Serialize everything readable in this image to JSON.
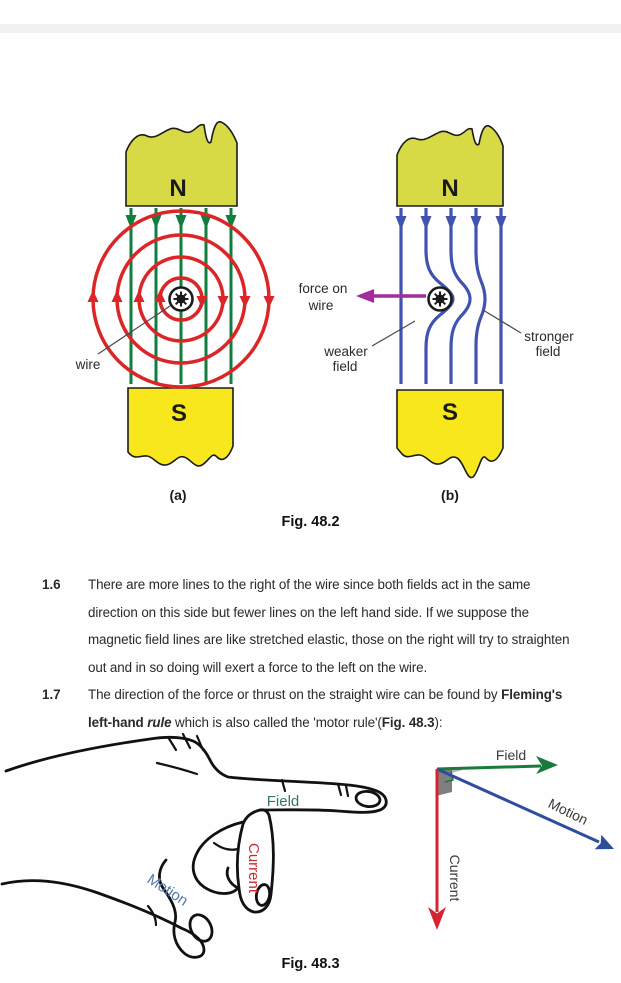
{
  "palette": {
    "ink": "#1b1b1b",
    "band": "#f1f1f2",
    "label": "#2b2b2b",
    "axisLabel": "#3a3a3a",
    "green": "#0f7e3f",
    "red": "#dc2527",
    "blue": "#4053ae",
    "purple": "#a22b9d",
    "magnetN": "#d7da45",
    "magnetS": "#f9e71e",
    "white": "#ffffff",
    "handInk": "#111111",
    "handGreen": "#2f7d54",
    "handRed": "#cc2a2a",
    "handBlue": "#5878ab",
    "axisGreen": "#1a7a3c",
    "axisBlue": "#2e4d9e",
    "axisRed": "#d6232f",
    "slabDark": "#7f7f7f",
    "slabLight": "#b5b5b5",
    "leader": "#4a4a4a"
  },
  "fig482": {
    "caption": "Fig. 48.2",
    "panel_a": {
      "label": "(a)",
      "north": "N",
      "south": "S",
      "wire_label": "wire"
    },
    "panel_b": {
      "label": "(b)",
      "north": "N",
      "south": "S",
      "force_line1": "force on",
      "force_line2": "wire",
      "weaker_line1": "weaker",
      "weaker_line2": "field",
      "stronger_line1": "stronger",
      "stronger_line2": "field"
    }
  },
  "paragraphs": [
    {
      "number": "1.6",
      "lines": [
        [
          {
            "t": "There are more lines to the right of the wire since both fields act in the same"
          }
        ],
        [
          {
            "t": "direction on this side but fewer lines on the left hand side. If we suppose the"
          }
        ],
        [
          {
            "t": "magnetic field lines are like stretched elastic, those on the right will try to straighten"
          }
        ],
        [
          {
            "t": "out and in so doing will exert a force to the left on the wire."
          }
        ]
      ]
    },
    {
      "number": "1.7",
      "lines": [
        [
          {
            "t": "The direction of the force or thrust on the straight wire can be found by "
          },
          {
            "t": "Fleming's",
            "b": true
          }
        ],
        [
          {
            "t": "left-hand ",
            "b": true
          },
          {
            "t": "rule",
            "b": true,
            "i": true
          },
          {
            "t": " which is also called the 'motor rule'("
          },
          {
            "t": "Fig. 48.3",
            "b": true
          },
          {
            "t": "):"
          }
        ]
      ]
    }
  ],
  "fig483": {
    "caption": "Fig. 48.3",
    "hand": {
      "field": "Field",
      "current": "Current",
      "motion": "Motion"
    },
    "axes": {
      "field": "Field",
      "current": "Current",
      "motion": "Motion"
    }
  }
}
